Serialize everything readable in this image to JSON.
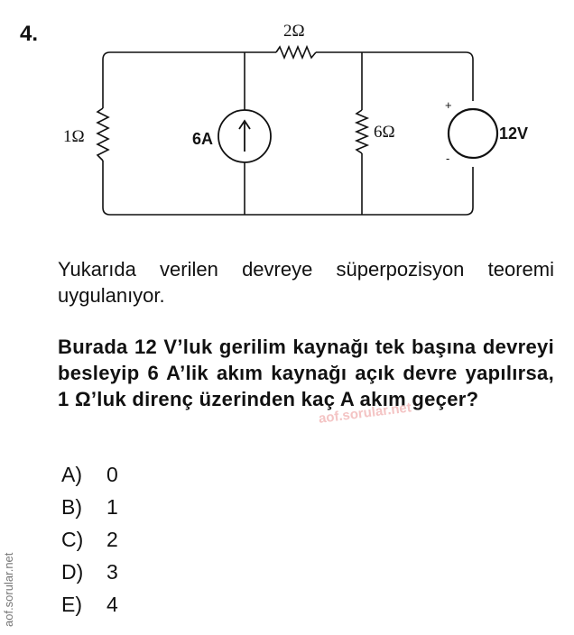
{
  "question": {
    "number": "4.",
    "intro": "Yukarıda verilen devreye süperpozisyon teoremi uygulanıyor.",
    "text": "Burada 12 V’luk gerilim kaynağı tek başına devreyi besleyip 6 A’lik akım kaynağı açık devre yapılırsa, 1 Ω’luk direnç üzerinden kaç A akım geçer?"
  },
  "circuit": {
    "r_top": "2Ω",
    "r_left": "1Ω",
    "r_mid": "6Ω",
    "current_source": "6A",
    "voltage_source": "12V",
    "plus_sign": "+",
    "minus_sign": "-"
  },
  "options": [
    {
      "letter": "A)",
      "value": "0"
    },
    {
      "letter": "B)",
      "value": "1"
    },
    {
      "letter": "C)",
      "value": "2"
    },
    {
      "letter": "D)",
      "value": "3"
    },
    {
      "letter": "E)",
      "value": "4"
    }
  ],
  "watermark": "aof.sorular.net",
  "side_watermark": "aof.sorular.net"
}
